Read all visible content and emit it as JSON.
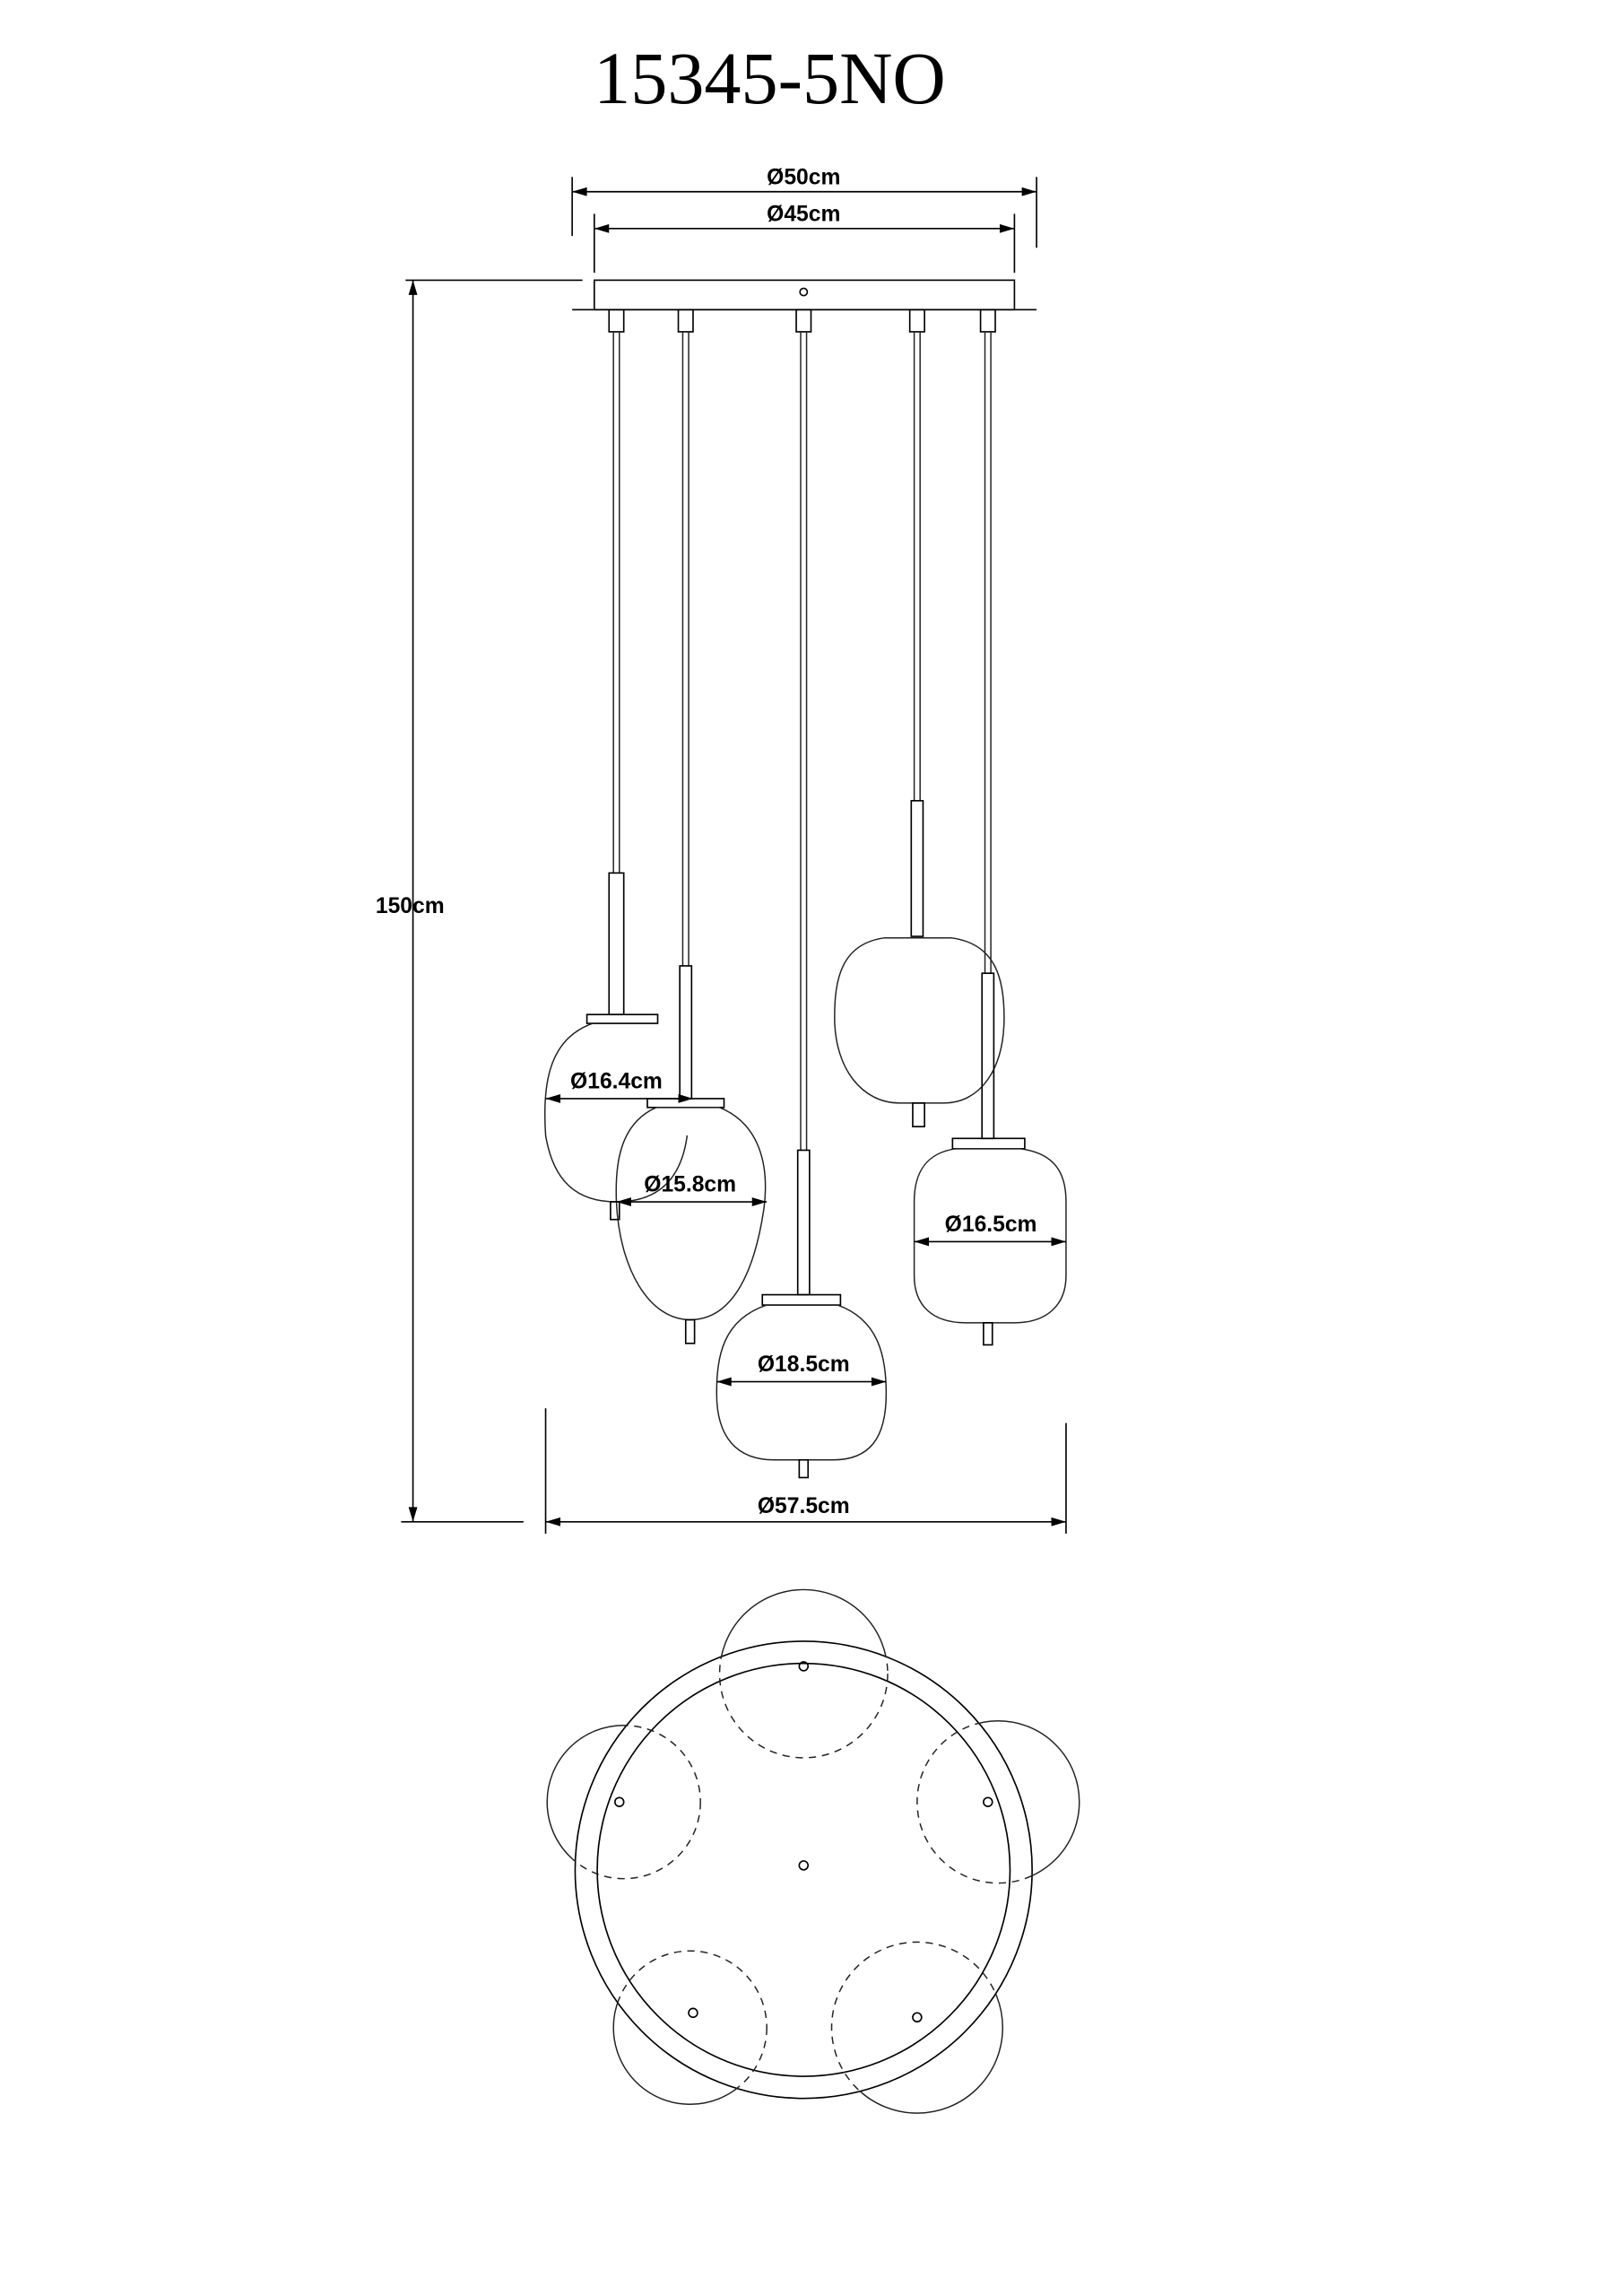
{
  "title": "15345-5NO",
  "dimensions": {
    "canopy_outer": "Ø50cm",
    "canopy_inner": "Ø45cm",
    "height": "150cm",
    "overall_width": "Ø57.5cm",
    "shade_1": "Ø16.4cm",
    "shade_2": "Ø15.8cm",
    "shade_3": "Ø18.5cm",
    "shade_4": "Ø16.5cm"
  }
}
